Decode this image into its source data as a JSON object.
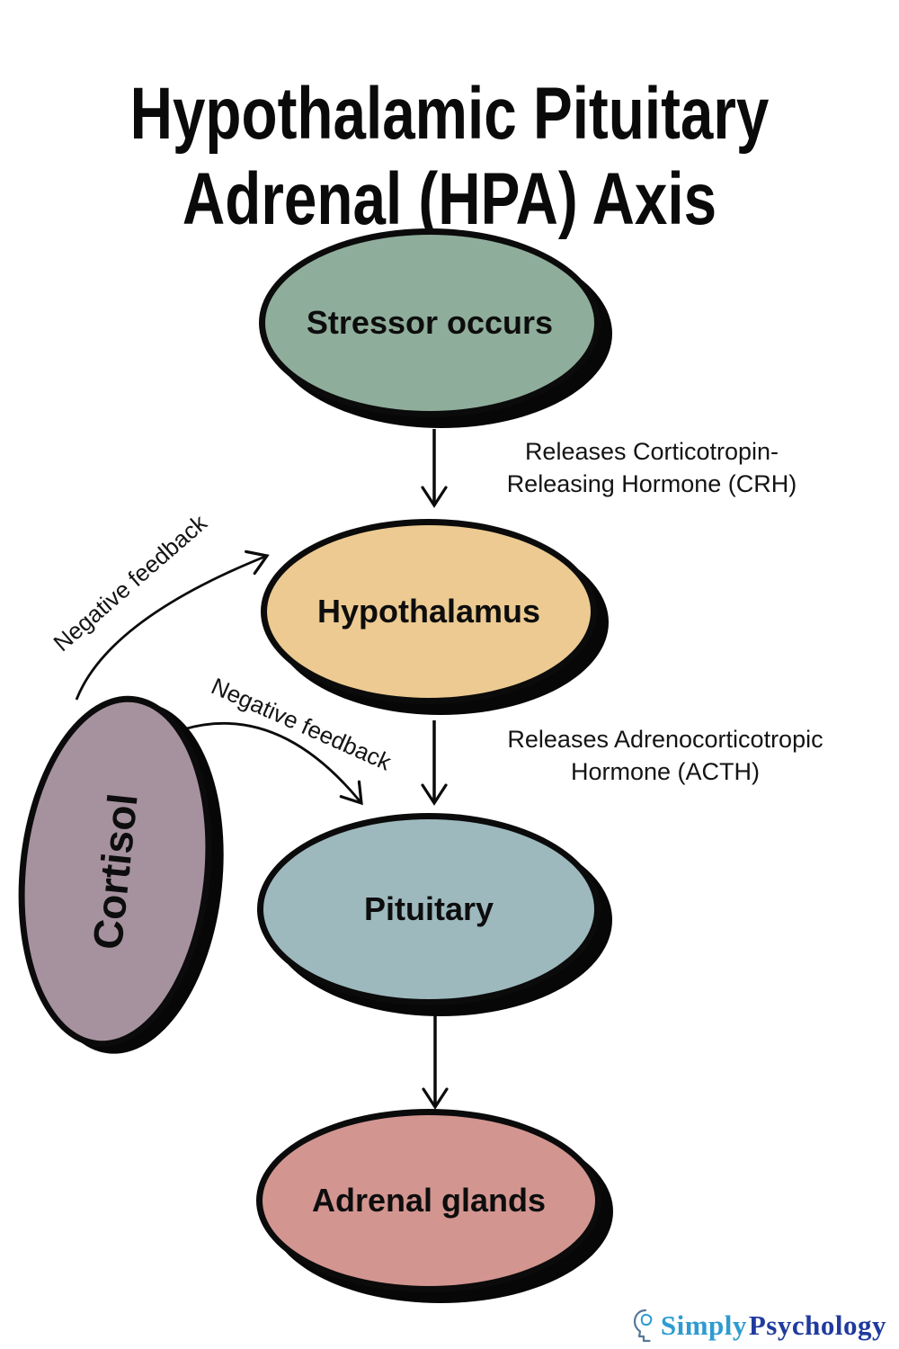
{
  "title": {
    "line1": "Hypothalamic Pituitary",
    "line2": "Adrenal (HPA) Axis"
  },
  "nodes": {
    "stressor": {
      "label": "Stressor occurs",
      "fill": "#8fad9b"
    },
    "hypothalamus": {
      "label": "Hypothalamus",
      "fill": "#ecca92"
    },
    "pituitary": {
      "label": "Pituitary",
      "fill": "#9db9be"
    },
    "adrenal": {
      "label": "Adrenal glands",
      "fill": "#d29590"
    },
    "cortisol": {
      "label": "Cortisol",
      "fill": "#a6929e"
    }
  },
  "edges": {
    "crh": {
      "label": "Releases Corticotropin-\nReleasing Hormone (CRH)"
    },
    "acth": {
      "label": "Releases Adrenocorticotropic\nHormone (ACTH)"
    },
    "feedback_to_hypothalamus": {
      "label": "Negative feedback"
    },
    "feedback_to_pituitary": {
      "label": "Negative feedback"
    }
  },
  "branding": {
    "icon": "psychology-head-icon",
    "word1": "Simply",
    "word2": "Psychology",
    "word1_color": "#2e9bd0",
    "word2_color": "#203a9e"
  }
}
